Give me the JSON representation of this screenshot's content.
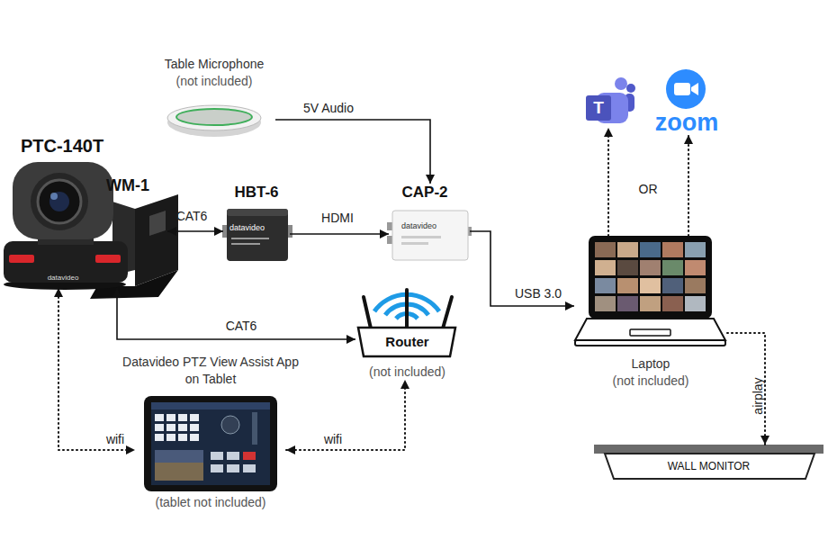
{
  "diagram": {
    "nodes": [
      {
        "text": [
          "Table Microphone",
          "(not included)"
        ]
      },
      {
        "text": [
          "PTC-140T",
          "datavideo"
        ]
      },
      {
        "text": [
          "WM-1"
        ]
      },
      {
        "text": [
          "HBT-6",
          "datavideo"
        ]
      },
      {
        "text": [
          "CAP-2",
          "datavideo"
        ]
      },
      {
        "text": [
          "T"
        ]
      },
      {
        "text": [
          "zoom"
        ]
      },
      {
        "text": [
          "Laptop",
          "(not included)"
        ]
      },
      {
        "text": [
          "Router",
          "(not included)"
        ]
      },
      {
        "text": [
          "Datavideo PTZ View Assist App on Tablet",
          "(tablet not included)"
        ]
      },
      {
        "text": [
          "WALL MONITOR"
        ]
      }
    ],
    "edges": [
      {
        "from": 0,
        "to": 4,
        "label": "5V Audio",
        "arrow": "to"
      },
      {
        "from": 2,
        "to": 3,
        "label": "CAT6",
        "arrow": "both"
      },
      {
        "from": 3,
        "to": 4,
        "label": "HDMI",
        "arrow": "to"
      },
      {
        "from": 4,
        "to": 7,
        "label": "USB 3.0",
        "arrow": "to"
      },
      {
        "from": 7,
        "to": 5,
        "arrow": "to"
      },
      {
        "from": 7,
        "to": 6,
        "arrow": "to"
      },
      {
        "from": 7,
        "to": 10,
        "label": "airplay",
        "arrow": "to"
      },
      {
        "from": 1,
        "to": 8,
        "label": "CAT6",
        "arrow": "both"
      },
      {
        "from": 1,
        "to": 9,
        "label": "wifi",
        "arrow": "both"
      },
      {
        "from": 9,
        "to": 8,
        "label": "wifi",
        "arrow": "both"
      }
    ],
    "labels": [
      "OR"
    ]
  }
}
